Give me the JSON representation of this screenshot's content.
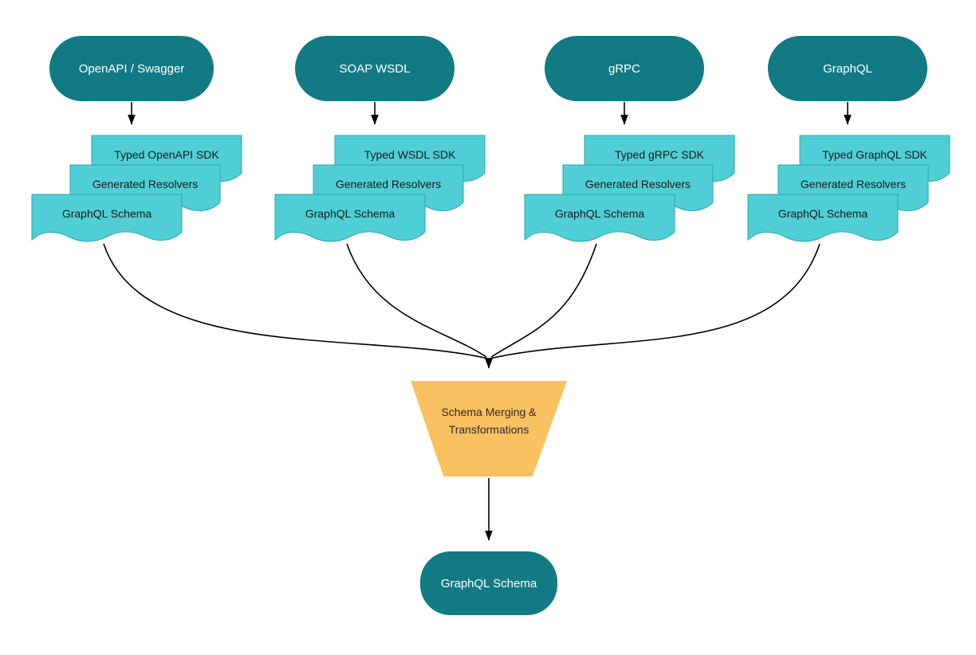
{
  "diagram": {
    "sources": [
      {
        "label": "OpenAPI / Swagger",
        "docs": [
          "Typed OpenAPI SDK",
          "Generated Resolvers",
          "GraphQL Schema"
        ]
      },
      {
        "label": "SOAP WSDL",
        "docs": [
          "Typed WSDL SDK",
          "Generated Resolvers",
          "GraphQL Schema"
        ]
      },
      {
        "label": "gRPC",
        "docs": [
          "Typed gRPC SDK",
          "Generated Resolvers",
          "GraphQL Schema"
        ]
      },
      {
        "label": "GraphQL",
        "docs": [
          "Typed GraphQL SDK",
          "Generated Resolvers",
          "GraphQL Schema"
        ]
      }
    ],
    "merge_node": {
      "lines": [
        "Schema Merging &",
        "Transformations"
      ]
    },
    "output_node": {
      "label": "GraphQL Schema"
    },
    "colors": {
      "source_node": "#127a83",
      "document": "#4fced5",
      "funnel": "#f9c15f",
      "connector": "#000000",
      "source_text": "#ffffff",
      "document_text": "#1b1b1b"
    }
  }
}
